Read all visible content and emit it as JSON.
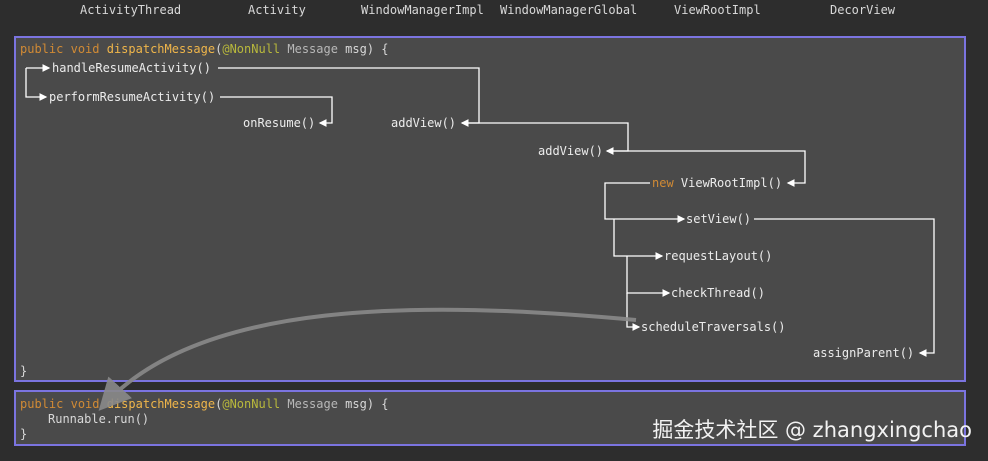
{
  "headers": [
    {
      "label": "ActivityThread"
    },
    {
      "label": "Activity"
    },
    {
      "label": "WindowManagerImpl"
    },
    {
      "label": "WindowManagerGlobal"
    },
    {
      "label": "ViewRootImpl"
    },
    {
      "label": "DecorView"
    }
  ],
  "top_block": {
    "sig_public": "public",
    "sig_void": "void",
    "sig_name": "dispatchMessage",
    "sig_paren": "(",
    "sig_annotation": "@NonNull",
    "sig_type": "Message",
    "sig_rest": " msg) {",
    "close": "}"
  },
  "bottom_block": {
    "sig_public": "public",
    "sig_void": "void",
    "sig_name": "dispatchMessage",
    "sig_paren": "(",
    "sig_annotation": "@NonNull",
    "sig_type": "Message",
    "sig_rest": " msg) {",
    "body": "Runnable.run()",
    "close": "}"
  },
  "nodes": {
    "handle_resume": "handleResumeActivity()",
    "perform_resume": "performResumeActivity()",
    "on_resume": "onResume()",
    "add_view_wmi": "addView()",
    "add_view_wmg": "addView()",
    "new_kw": "new",
    "new_viewrootimpl": "ViewRootImpl()",
    "set_view": "setView()",
    "request_layout": "requestLayout()",
    "check_thread": "checkThread()",
    "schedule_traversals": "scheduleTraversals()",
    "assign_parent": "assignParent()"
  },
  "watermark": "掘金技术社区 @ zhangxingchao",
  "colors": {
    "background": "#2d2d2d",
    "block_fill": "#4a4a4a",
    "block_border": "#7b74e0",
    "keyword": "#d08a35",
    "function": "#f0b64a",
    "annotation": "#b8b83c",
    "line": "#ffffff",
    "curve": "#8a8a8a"
  }
}
